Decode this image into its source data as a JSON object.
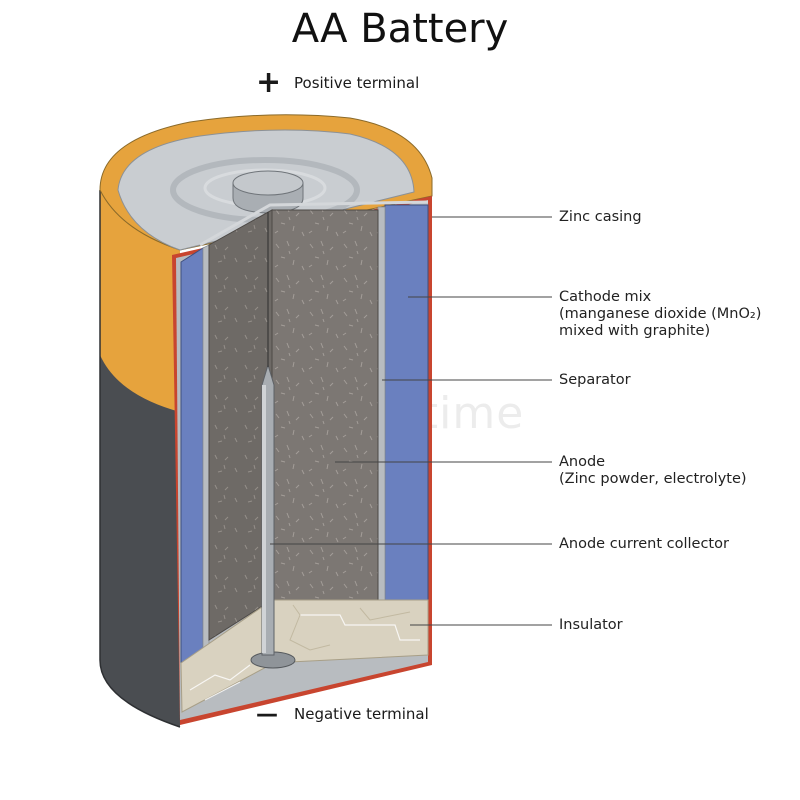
{
  "title": "AA Battery",
  "terminals": {
    "positive_sign": "+",
    "positive_label": "Positive terminal",
    "negative_sign": "—",
    "negative_label": "Negative terminal"
  },
  "labels": {
    "zinc_casing": "Zinc casing",
    "cathode_line1": "Cathode mix",
    "cathode_line2": "(manganese dioxide (MnO₂)",
    "cathode_line3": "mixed with graphite)",
    "separator": "Separator",
    "anode_line1": "Anode",
    "anode_line2": "(Zinc powder, electrolyte)",
    "collector": "Anode current collector",
    "insulator": "Insulator"
  },
  "watermark": "dreamstime",
  "colors": {
    "shell_orange": "#e6a33d",
    "shell_dark": "#4a4d51",
    "top_silver": "#c9cdd1",
    "cathode_blue": "#6a80bf",
    "anode_gray": "#7c7773",
    "insulator_beige": "#d9d2c0",
    "casing_red": "#c8452f"
  }
}
